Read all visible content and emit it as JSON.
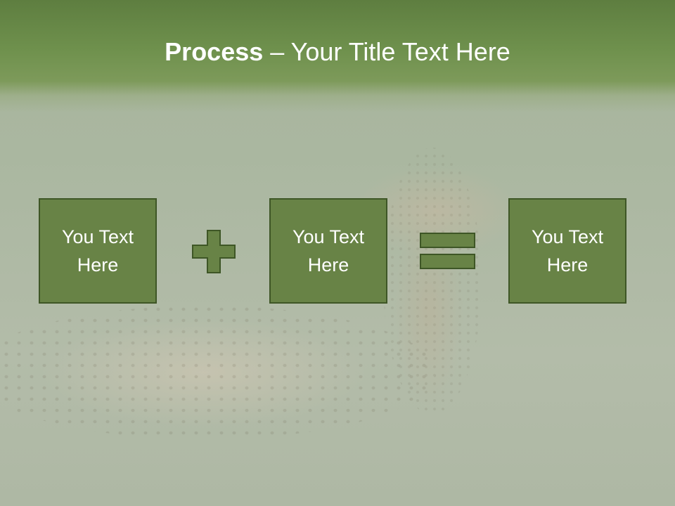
{
  "slide": {
    "title_bold": "Process",
    "title_rest": " – Your Title Text Here",
    "boxes": [
      {
        "line1": "You Text",
        "line2": "Here"
      },
      {
        "line1": "You Text",
        "line2": "Here"
      },
      {
        "line1": "You Text",
        "line2": "Here"
      }
    ],
    "operators": [
      "plus-icon",
      "equals-icon"
    ],
    "background_image": "cheetah-and-cub-in-grass"
  },
  "colors": {
    "header_green": "#6f914d",
    "box_fill": "#688346",
    "box_border": "#3e5626",
    "text": "#ffffff"
  }
}
